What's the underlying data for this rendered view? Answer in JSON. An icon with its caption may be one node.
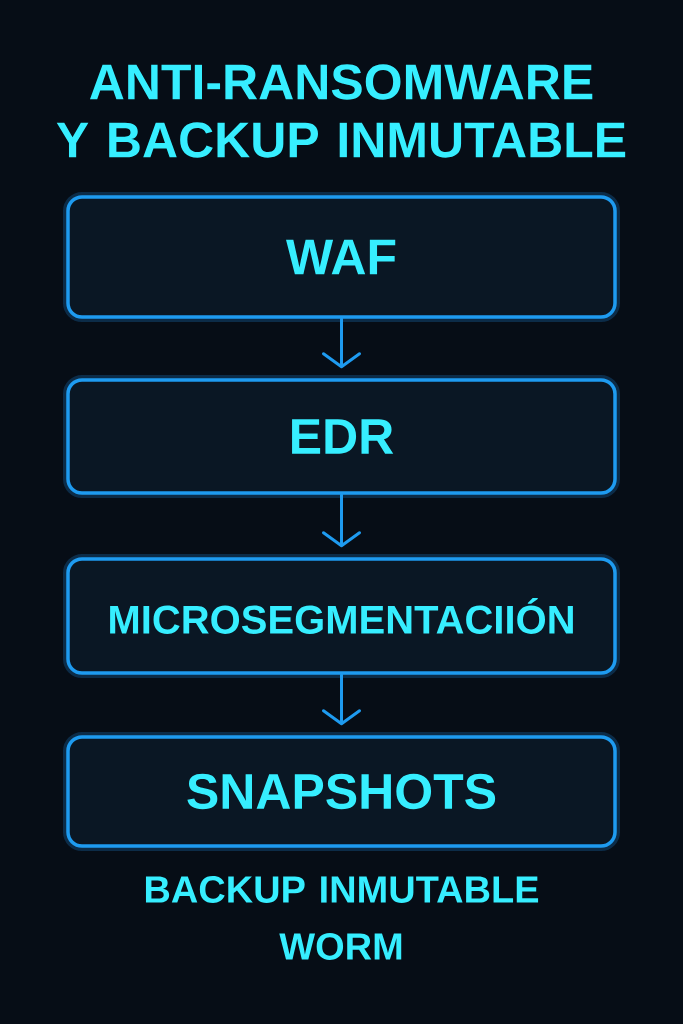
{
  "diagram": {
    "title": "ANTI-RANSOMWARE Y BACKUP INMUTABLE",
    "nodes": [
      {
        "text": [
          "WAF"
        ]
      },
      {
        "text": [
          "EDR"
        ]
      },
      {
        "text": [
          "MICROSEGMENTACIIÓN"
        ]
      },
      {
        "text": [
          "SNAPSHOTS"
        ],
        "beside": [
          "BACKUP INMUTABLE WORM"
        ]
      }
    ],
    "edges": [
      {
        "from": 0,
        "to": 1,
        "arrow": "to"
      },
      {
        "from": 1,
        "to": 2,
        "arrow": "to"
      },
      {
        "from": 2,
        "to": 3,
        "arrow": "to"
      }
    ]
  }
}
